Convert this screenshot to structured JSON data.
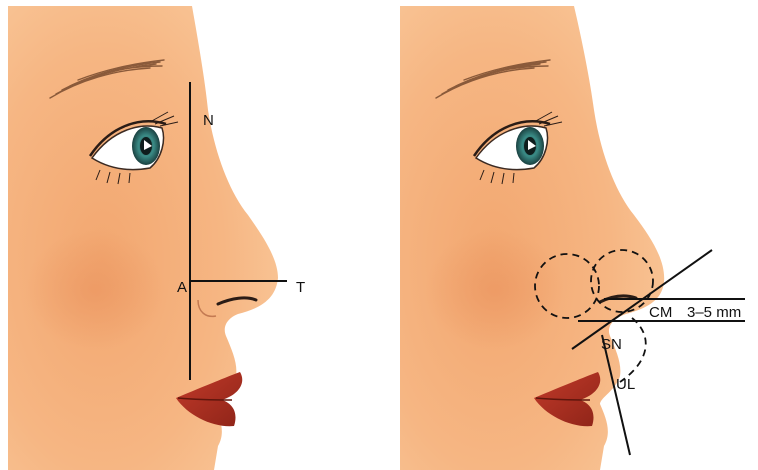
{
  "left_panel": {
    "labels": {
      "nasion": "N",
      "alar_point": "A",
      "tip": "T"
    }
  },
  "right_panel": {
    "labels": {
      "columella": "CM",
      "measurement": "3–5 mm",
      "subnasale": "SN",
      "upper_lip": "UL"
    }
  }
}
